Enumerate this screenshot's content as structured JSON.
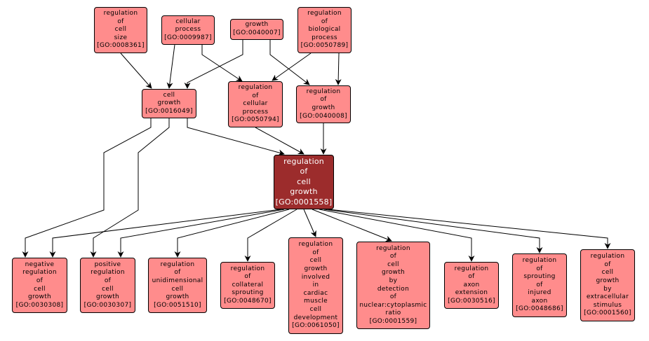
{
  "diagram": {
    "type": "GO term hierarchy (directed acyclic graph)",
    "colors": {
      "node_fill": "#ff8c8c",
      "focus_fill": "#9c2c2c",
      "focus_text": "#ffffff",
      "edge": "#000000"
    },
    "nodes": [
      {
        "id": "GO:0008361",
        "lines": [
          "regulation",
          "of",
          "cell",
          "size",
          "[GO:0008361]"
        ],
        "focus": false
      },
      {
        "id": "GO:0009987",
        "lines": [
          "cellular",
          "process",
          "[GO:0009987]"
        ],
        "focus": false
      },
      {
        "id": "GO:0040007",
        "lines": [
          "growth",
          "[GO:0040007]"
        ],
        "focus": false
      },
      {
        "id": "GO:0050789",
        "lines": [
          "regulation",
          "of",
          "biological",
          "process",
          "[GO:0050789]"
        ],
        "focus": false
      },
      {
        "id": "GO:0016049",
        "lines": [
          "cell",
          "growth",
          "[GO:0016049]"
        ],
        "focus": false
      },
      {
        "id": "GO:0050794",
        "lines": [
          "regulation",
          "of",
          "cellular",
          "process",
          "[GO:0050794]"
        ],
        "focus": false
      },
      {
        "id": "GO:0040008",
        "lines": [
          "regulation",
          "of",
          "growth",
          "[GO:0040008]"
        ],
        "focus": false
      },
      {
        "id": "GO:0001558",
        "lines": [
          "regulation",
          "of",
          "cell",
          "growth",
          "[GO:0001558]"
        ],
        "focus": true
      },
      {
        "id": "GO:0030308",
        "lines": [
          "negative",
          "regulation",
          "of",
          "cell",
          "growth",
          "[GO:0030308]"
        ],
        "focus": false
      },
      {
        "id": "GO:0030307",
        "lines": [
          "positive",
          "regulation",
          "of",
          "cell",
          "growth",
          "[GO:0030307]"
        ],
        "focus": false
      },
      {
        "id": "GO:0051510",
        "lines": [
          "regulation",
          "of",
          "unidimensional",
          "cell",
          "growth",
          "[GO:0051510]"
        ],
        "focus": false
      },
      {
        "id": "GO:0048670",
        "lines": [
          "regulation",
          "of",
          "collateral",
          "sprouting",
          "[GO:0048670]"
        ],
        "focus": false
      },
      {
        "id": "GO:0061050",
        "lines": [
          "regulation",
          "of",
          "cell",
          "growth",
          "involved",
          "in",
          "cardiac",
          "muscle",
          "cell",
          "development",
          "[GO:0061050]"
        ],
        "focus": false
      },
      {
        "id": "GO:0001559",
        "lines": [
          "regulation",
          "of",
          "cell",
          "growth",
          "by",
          "detection",
          "of",
          "nuclear:cytoplasmic",
          "ratio",
          "[GO:0001559]"
        ],
        "focus": false
      },
      {
        "id": "GO:0030516",
        "lines": [
          "regulation",
          "of",
          "axon",
          "extension",
          "[GO:0030516]"
        ],
        "focus": false
      },
      {
        "id": "GO:0048686",
        "lines": [
          "regulation",
          "of",
          "sprouting",
          "of",
          "injured",
          "axon",
          "[GO:0048686]"
        ],
        "focus": false
      },
      {
        "id": "GO:0001560",
        "lines": [
          "regulation",
          "of",
          "cell",
          "growth",
          "by",
          "extracellular",
          "stimulus",
          "[GO:0001560]"
        ],
        "focus": false
      }
    ],
    "edges": [
      {
        "from": "GO:0008361",
        "to": "GO:0016049"
      },
      {
        "from": "GO:0009987",
        "to": "GO:0016049"
      },
      {
        "from": "GO:0040007",
        "to": "GO:0016049"
      },
      {
        "from": "GO:0009987",
        "to": "GO:0050794"
      },
      {
        "from": "GO:0050789",
        "to": "GO:0050794"
      },
      {
        "from": "GO:0040007",
        "to": "GO:0040008"
      },
      {
        "from": "GO:0050789",
        "to": "GO:0040008"
      },
      {
        "from": "GO:0016049",
        "to": "GO:0001558"
      },
      {
        "from": "GO:0050794",
        "to": "GO:0001558"
      },
      {
        "from": "GO:0040008",
        "to": "GO:0001558"
      },
      {
        "from": "GO:0016049",
        "to": "GO:0030308"
      },
      {
        "from": "GO:0016049",
        "to": "GO:0030307"
      },
      {
        "from": "GO:0001558",
        "to": "GO:0030308"
      },
      {
        "from": "GO:0001558",
        "to": "GO:0030307"
      },
      {
        "from": "GO:0001558",
        "to": "GO:0051510"
      },
      {
        "from": "GO:0001558",
        "to": "GO:0048670"
      },
      {
        "from": "GO:0001558",
        "to": "GO:0061050"
      },
      {
        "from": "GO:0001558",
        "to": "GO:0001559"
      },
      {
        "from": "GO:0001558",
        "to": "GO:0030516"
      },
      {
        "from": "GO:0001558",
        "to": "GO:0048686"
      },
      {
        "from": "GO:0001558",
        "to": "GO:0001560"
      }
    ]
  }
}
